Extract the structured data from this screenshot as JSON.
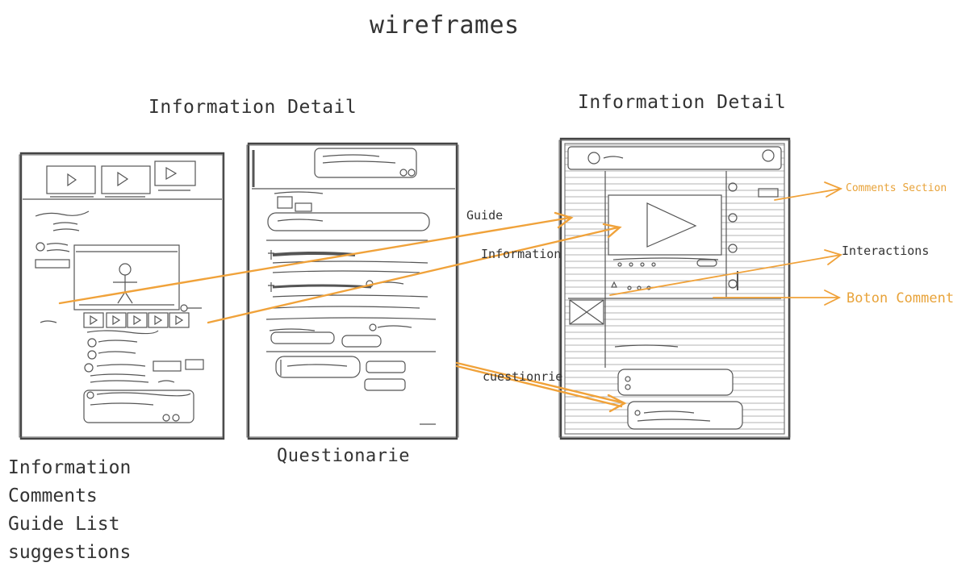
{
  "page": {
    "title": "wireframes"
  },
  "frames": {
    "left_label": "Information Detail",
    "middle_label": "Questionarie",
    "right_label": "Information Detail"
  },
  "notes": [
    "Information",
    "Comments",
    "Guide List",
    "suggestions"
  ],
  "annotations": {
    "guide": "Guide",
    "information": "Information",
    "cuestionrie": "cuestionrie",
    "comments_section": "Comments Section",
    "interactions": "Interactions",
    "boton_comment": "Boton Comment"
  },
  "colors": {
    "arrow": "#f0a23a",
    "orange_text": "#e8a33a",
    "ink": "#333333"
  }
}
